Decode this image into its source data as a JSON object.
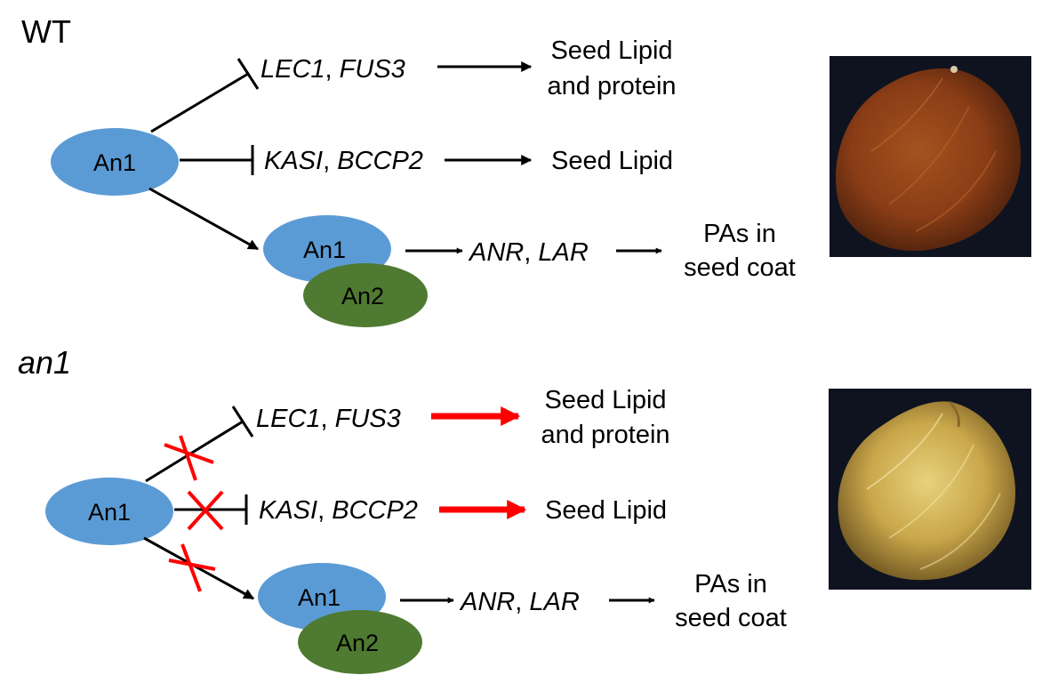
{
  "wt": {
    "title": "WT",
    "an1_main": "An1",
    "gene1a": "LEC1",
    "gene1b": "FUS3",
    "out1_line1": "Seed Lipid",
    "out1_line2": "and protein",
    "gene2a": "KASI",
    "gene2b": "BCCP2",
    "out2": "Seed Lipid",
    "complex_top": "An1",
    "complex_bottom": "An2",
    "gene3a": "ANR",
    "gene3b": "LAR",
    "out3_line1": "PAs in",
    "out3_line2": "seed coat"
  },
  "mutant": {
    "title": "an1",
    "an1_main": "An1",
    "gene1a": "LEC1",
    "gene1b": "FUS3",
    "out1_line1": "Seed Lipid",
    "out1_line2": "and protein",
    "gene2a": "KASI",
    "gene2b": "BCCP2",
    "out2": "Seed Lipid",
    "complex_top": "An1",
    "complex_bottom": "An2",
    "gene3a": "ANR",
    "gene3b": "LAR",
    "out3_line1": "PAs in",
    "out3_line2": "seed coat"
  },
  "colors": {
    "an1_node": "#5b9bd5",
    "an2_node": "#4f7a31",
    "arrow": "#000000",
    "enhanced_arrow": "#ff0000",
    "block_mark": "#ff0000",
    "wt_seed": "#8a3d16",
    "mutant_seed": "#c9a64a",
    "photo_background": "#0f1320"
  }
}
